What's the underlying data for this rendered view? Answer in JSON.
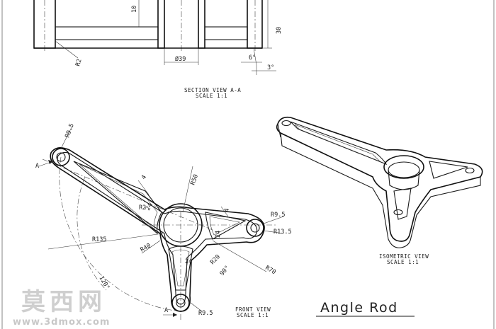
{
  "drawing": {
    "title": "Angle Rod",
    "section_view": {
      "caption": "SECTION VIEW A-A",
      "scale": "SCALE 1:1"
    },
    "front_view": {
      "caption": "FRONT VIEW",
      "scale": "SCALE 1:1"
    },
    "isometric_view": {
      "caption": "ISOMETRIC VIEW",
      "scale": "SCALE 1:1"
    }
  },
  "dimensions": {
    "section_top": "10",
    "section_height": "30",
    "section_radius": "R2",
    "section_bore": "Ø39",
    "section_draft": "6°",
    "section_angle": "3°",
    "front_r9_5_top": "R9.5",
    "front_r9_5_right": "R9.5",
    "front_r9_5_bottom": "R9.5",
    "front_r13_5": "R13.5",
    "front_r50": "R50",
    "front_r135": "R135",
    "front_r40": "R40",
    "front_r70": "R70",
    "front_r20": "R20",
    "front_r2": "R2",
    "front_24_a": "24",
    "front_24_b": "24",
    "front_24_c": "24",
    "front_4_a": "4",
    "front_4_b": "4",
    "front_angle_120": "120°",
    "front_angle_90": "90°",
    "section_marker_top": "A",
    "section_marker_bottom": "A"
  },
  "watermark": {
    "chinese": "莫西网",
    "url": "www.3dmox.com"
  }
}
